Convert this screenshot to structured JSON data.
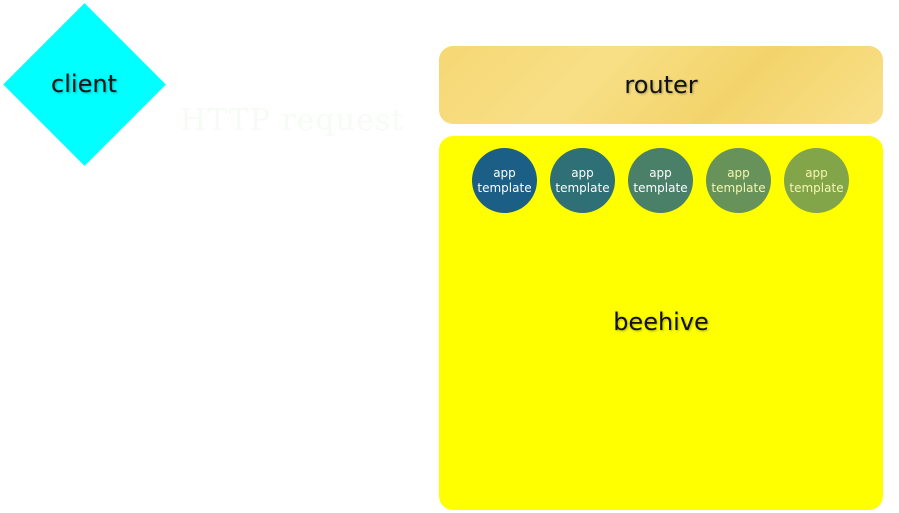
{
  "client": {
    "label": "client",
    "color": "#00ffff"
  },
  "connector": {
    "text": "HTTP request"
  },
  "router": {
    "label": "router",
    "color": "#f6d774"
  },
  "beehive": {
    "label": "beehive",
    "color": "#ffff00",
    "apps": [
      {
        "line1": "app",
        "line2": "template",
        "color": "#1b5f86"
      },
      {
        "line1": "app",
        "line2": "template",
        "color": "#2f6f76"
      },
      {
        "line1": "app",
        "line2": "template",
        "color": "#4a7f68"
      },
      {
        "line1": "app",
        "line2": "template",
        "color": "#67925a"
      },
      {
        "line1": "app",
        "line2": "template",
        "color": "#82a54a"
      }
    ]
  }
}
